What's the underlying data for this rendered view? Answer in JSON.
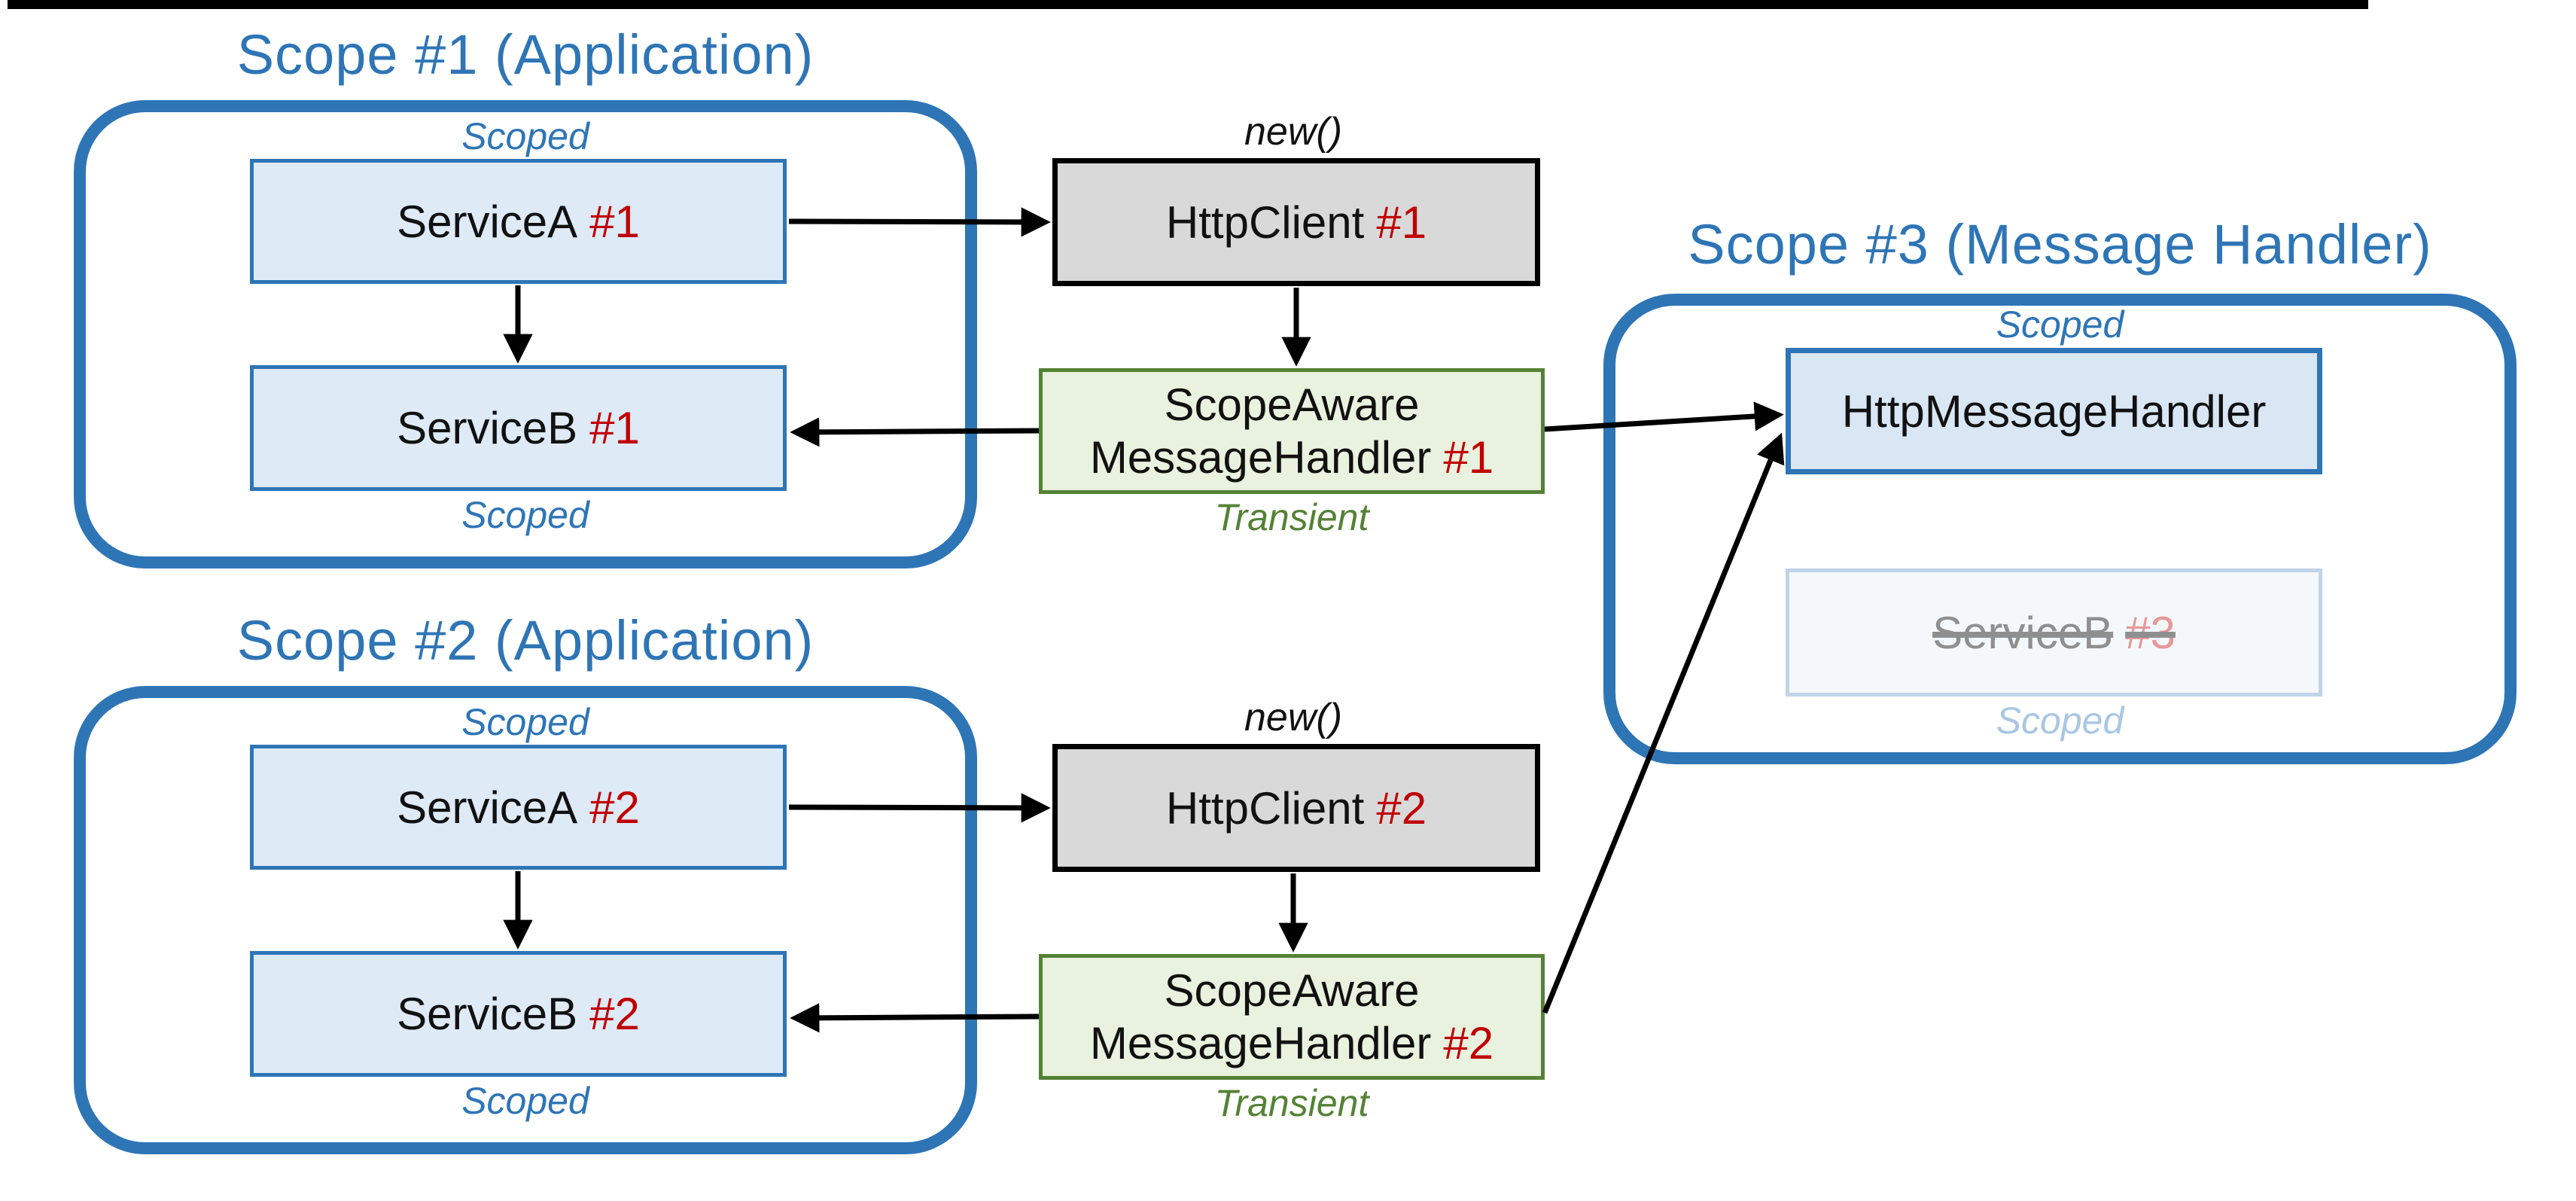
{
  "colors": {
    "accent_blue": "#2E75B6",
    "service_fill": "#DEEAF6",
    "handler_fill": "#D9E6F4",
    "gray_fill": "#D9D9D9",
    "green_fill": "#E9F1DF",
    "green_border": "#548235",
    "instance_red": "#C00000",
    "transient_green": "#548235",
    "disposed_text_gray": "#8F8F8F",
    "disposed_instance_red": "#E59999",
    "disposed_label_blue": "#A9C7E4",
    "arrow_black": "#000000"
  },
  "scope1": {
    "title": "Scope #1 (Application)",
    "scoped_top": "Scoped",
    "scoped_bottom": "Scoped",
    "serviceA": {
      "name": "ServiceA",
      "instance": "#1"
    },
    "serviceB": {
      "name": "ServiceB",
      "instance": "#1"
    }
  },
  "scope2": {
    "title": "Scope #2 (Application)",
    "scoped_top": "Scoped",
    "scoped_bottom": "Scoped",
    "serviceA": {
      "name": "ServiceA",
      "instance": "#2"
    },
    "serviceB": {
      "name": "ServiceB",
      "instance": "#2"
    }
  },
  "scope3": {
    "title": "Scope #3 (Message Handler)",
    "scoped_top": "Scoped",
    "message_handler": "HttpMessageHandler",
    "disposed_serviceB": {
      "name": "ServiceB",
      "instance": "#3"
    },
    "scoped_bottom": "Scoped"
  },
  "pipeline1": {
    "new_label": "new()",
    "http_client": {
      "name": "HttpClient",
      "instance": "#1"
    },
    "handler": {
      "line1": "ScopeAware",
      "line2": "MessageHandler",
      "instance": "#1"
    },
    "transient_label": "Transient"
  },
  "pipeline2": {
    "new_label": "new()",
    "http_client": {
      "name": "HttpClient",
      "instance": "#2"
    },
    "handler": {
      "line1": "ScopeAware",
      "line2": "MessageHandler",
      "instance": "#2"
    },
    "transient_label": "Transient"
  }
}
